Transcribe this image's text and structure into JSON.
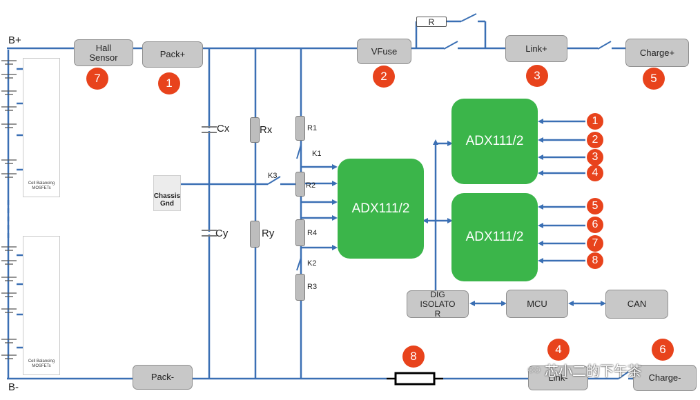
{
  "rails": {
    "bplus": "B+",
    "bminus": "B-"
  },
  "blocks": {
    "hall_sensor": "Hall\nSensor",
    "pack_plus": "Pack+",
    "vfuse": "VFuse",
    "link_plus": "Link+",
    "charge_plus": "Charge+",
    "pack_minus": "Pack-",
    "link_minus": "Link-",
    "charge_minus": "Charge-",
    "dig_isolator": "DIG\nISOLATO\nR",
    "mcu": "MCU",
    "can": "CAN",
    "chassis_gnd": "Chassis\nGnd"
  },
  "adc": {
    "center": "ADX111/2",
    "top": "ADX111/2",
    "bottom": "ADX111/2"
  },
  "components": {
    "r_bypass": "R",
    "cx": "Cx",
    "cy": "Cy",
    "rx": "Rx",
    "ry": "Ry",
    "r1": "R1",
    "r2": "R2",
    "r3": "R3",
    "r4": "R4",
    "k1": "K1",
    "k2": "K2",
    "k3": "K3"
  },
  "cell_panel": {
    "caption": "Cell Balancing\nMOSFETs"
  },
  "badges": {
    "hall": "7",
    "pack_plus": "1",
    "vfuse": "2",
    "link_plus": "3",
    "charge_plus": "5",
    "fuse": "8",
    "link_minus": "4",
    "charge_minus": "6"
  },
  "adc_inputs": [
    "1",
    "2",
    "3",
    "4",
    "5",
    "6",
    "7",
    "8"
  ],
  "watermark": "芯小二的下午茶",
  "colors": {
    "wire": "#3a6fb4",
    "adc": "#3bb54a",
    "badge": "#e8431c",
    "block": "#c8c8c8"
  }
}
